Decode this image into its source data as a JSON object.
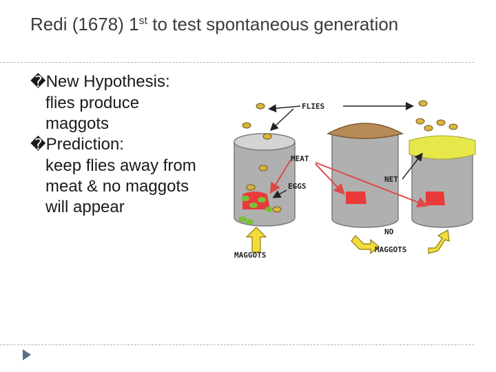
{
  "slide": {
    "title_prefix": "Redi (1678) 1",
    "title_sup": "st",
    "title_suffix": " to test spontaneous generation"
  },
  "bullets": [
    {
      "glyph": "�",
      "label": "New Hypothesis:",
      "lines": [
        "flies produce",
        "maggots"
      ]
    },
    {
      "glyph": "�",
      "label": "Prediction:",
      "lines": [
        "keep flies away from",
        "meat & no maggots",
        "will appear"
      ]
    }
  ],
  "figure": {
    "labels": {
      "flies": "FLIES",
      "meat": "MEAT",
      "eggs": "EGGS",
      "net": "NET",
      "maggots": "MAGGOTS",
      "no": "NO",
      "no_maggots": "MAGGOTS"
    },
    "colors": {
      "jar": "#a8a8a8",
      "meat": "#ea3a3a",
      "cork": "#b88a55",
      "gauze": "#e6e84a",
      "arrow_red": "#e04848",
      "arrow_yellow": "#f2dc3a",
      "maggot": "#7bbf3a"
    }
  },
  "nav": {
    "icon": "play-triangle-icon"
  }
}
